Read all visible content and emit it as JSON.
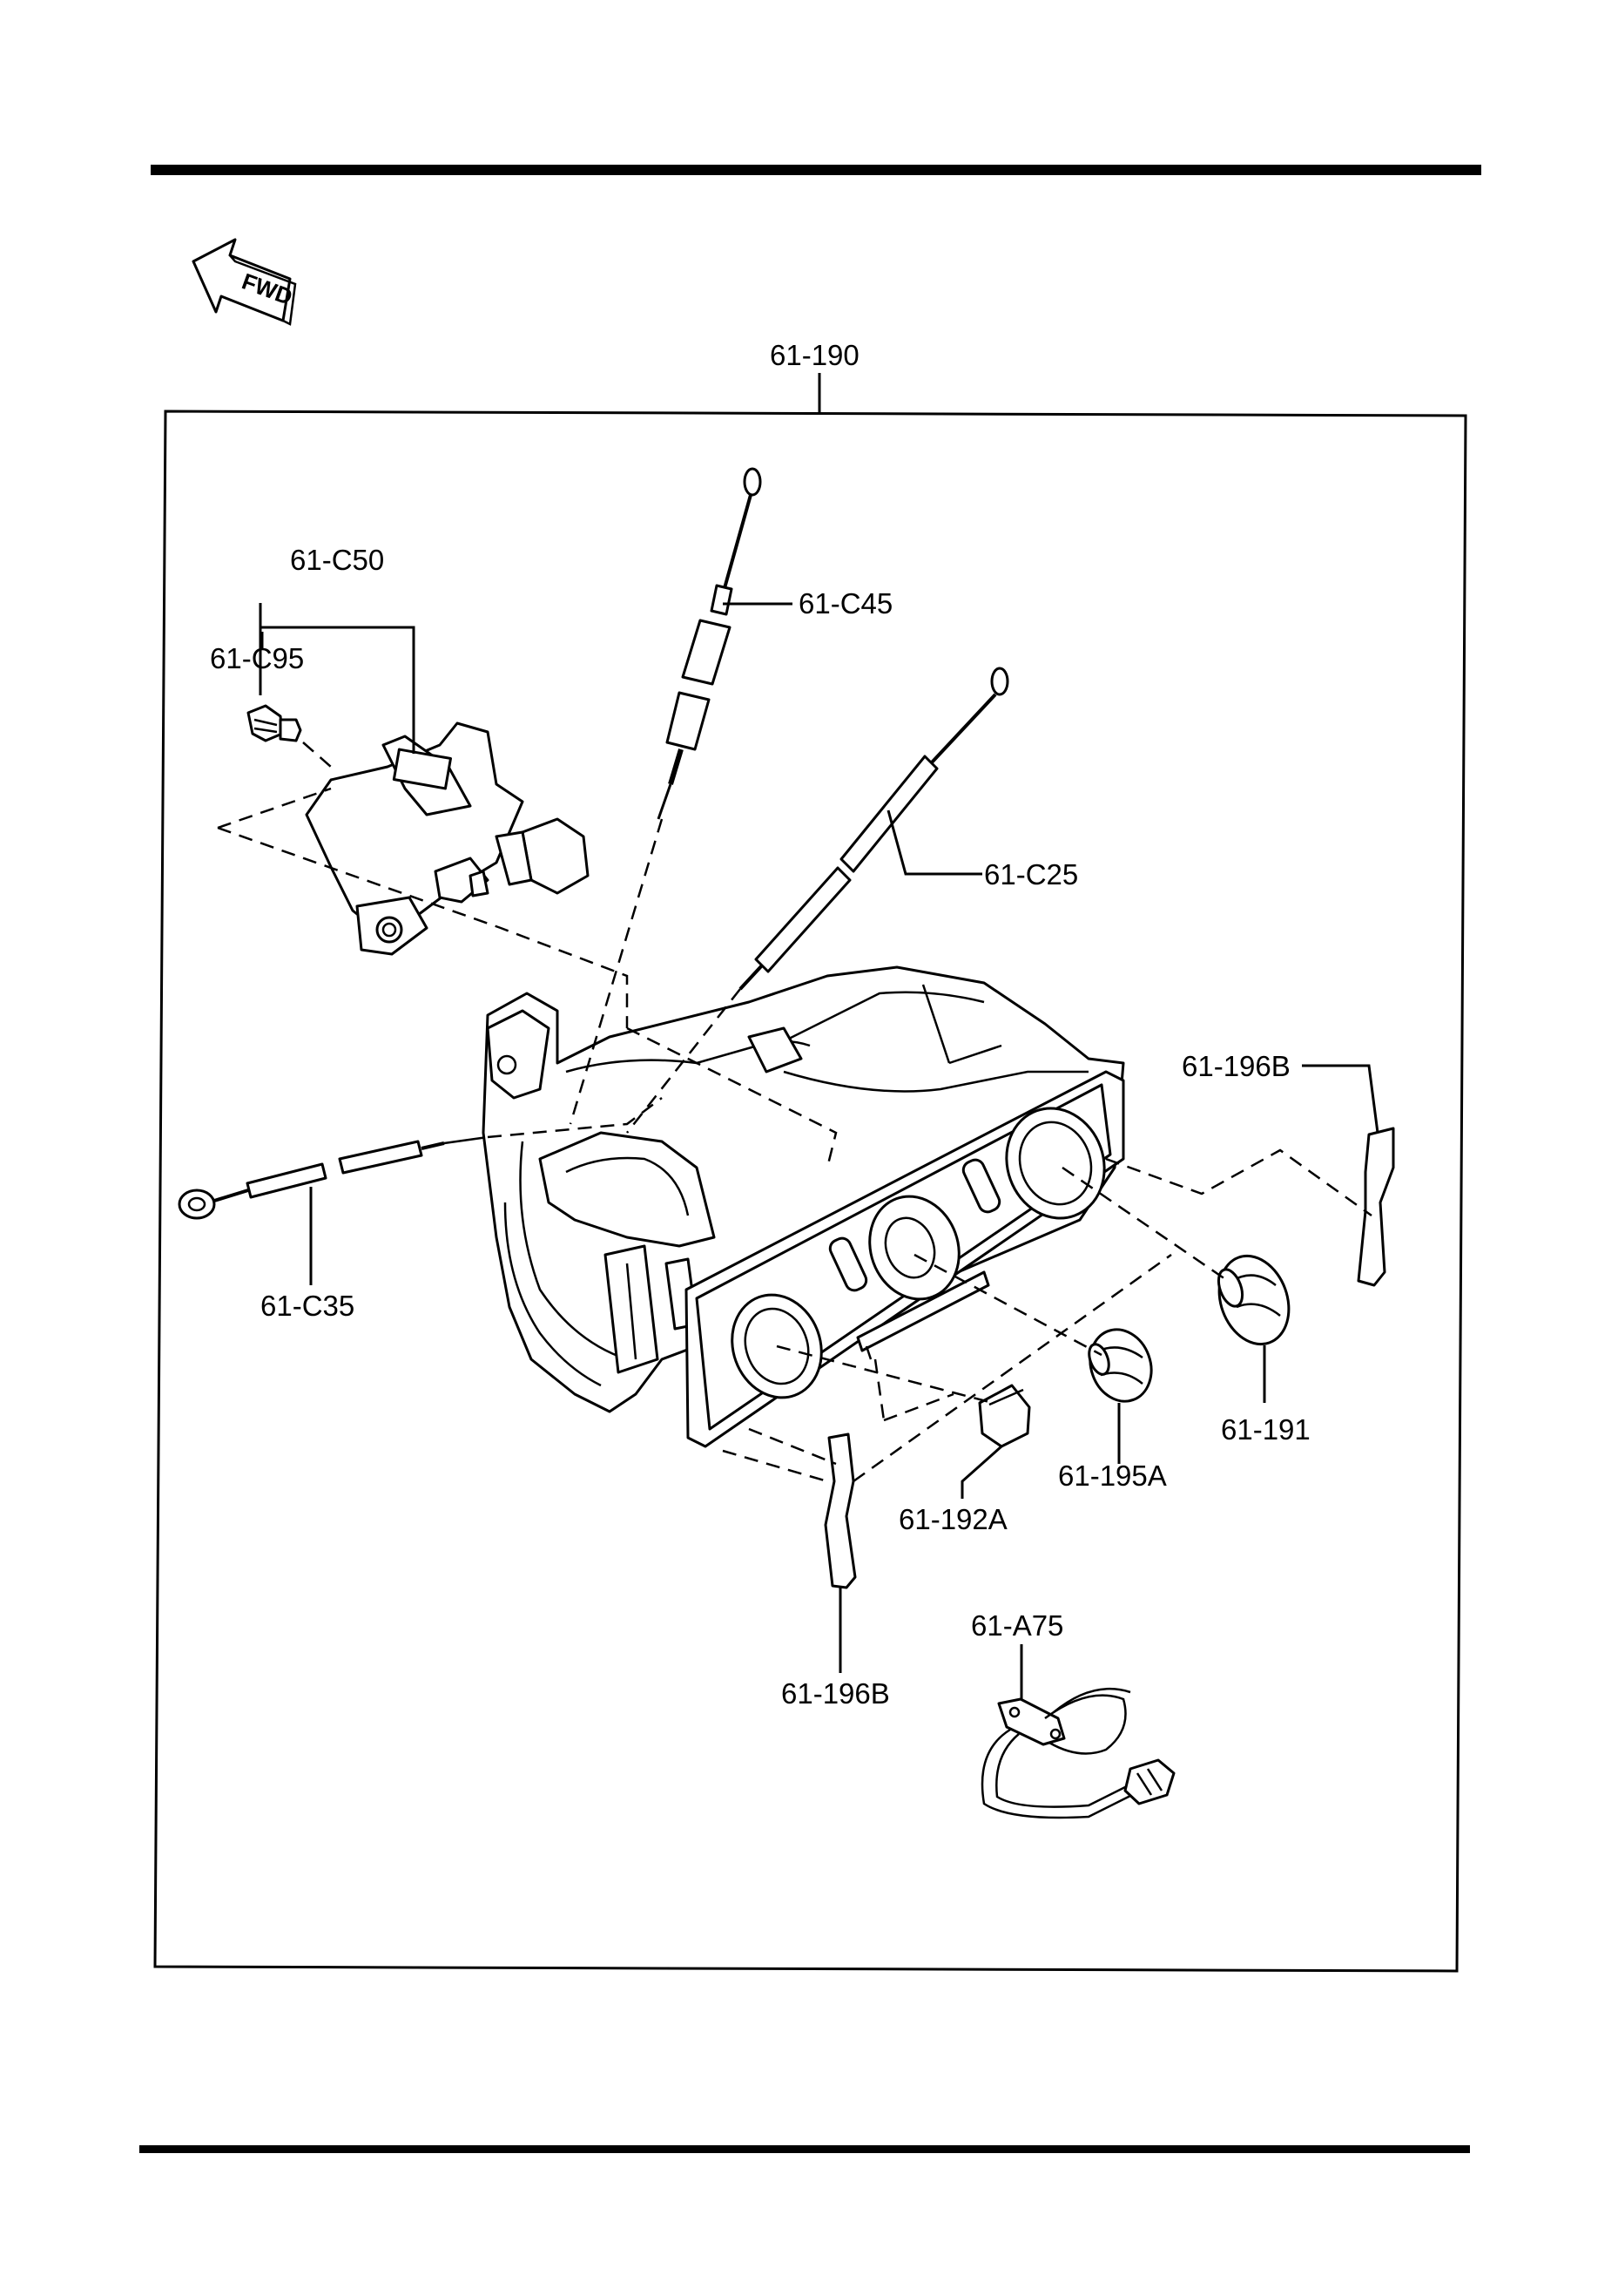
{
  "fwd_label": "FWD",
  "labels": {
    "assembly": "61-190",
    "c50": "61-C50",
    "c95": "61-C95",
    "c45": "61-C45",
    "c25": "61-C25",
    "c35": "61-C35",
    "b196_right": "61-196B",
    "p191": "61-191",
    "a195": "61-195A",
    "a192": "61-192A",
    "b196_bottom": "61-196B",
    "a75": "61-A75"
  }
}
